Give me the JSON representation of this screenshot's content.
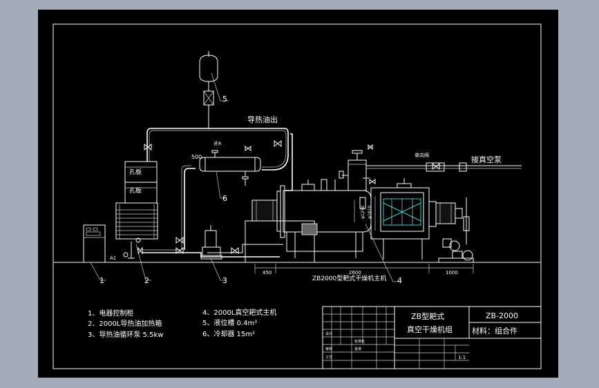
{
  "drawing": {
    "title_line1": "ZB型耙式",
    "title_line2": "真空干燥机组",
    "drawing_no": "ZB-2000",
    "material": "材料：组合件",
    "scale": "1:1",
    "title_block_small": [
      "设计",
      "审核",
      "工艺",
      "标准化",
      "批准"
    ]
  },
  "annotations": {
    "oil_outlet": "导热油出",
    "vacuum_pump": "接真空泵",
    "orifice_plate_1": "孔板",
    "orifice_plate_2": "孔板",
    "check_valve": "单向阀",
    "main_machine": "ZB2000型耙式干燥机主机",
    "label_500": "500",
    "label_a1": "A1",
    "dim_1250": "φ1250",
    "dim_1810": "φ1810",
    "dim_450": "450",
    "dim_2600": "2600",
    "dim_1000": "1000",
    "water_in": "进水"
  },
  "callouts": [
    "1",
    "2",
    "3",
    "4",
    "5",
    "6"
  ],
  "legend": [
    "1、电器控制柜",
    "2、2000L导热油加热箱",
    "3、导热油循环泵   5.5kw",
    "4、2000L真空耙式主机",
    "5、液位槽  0.4m³",
    "6、冷却器  15m²"
  ]
}
